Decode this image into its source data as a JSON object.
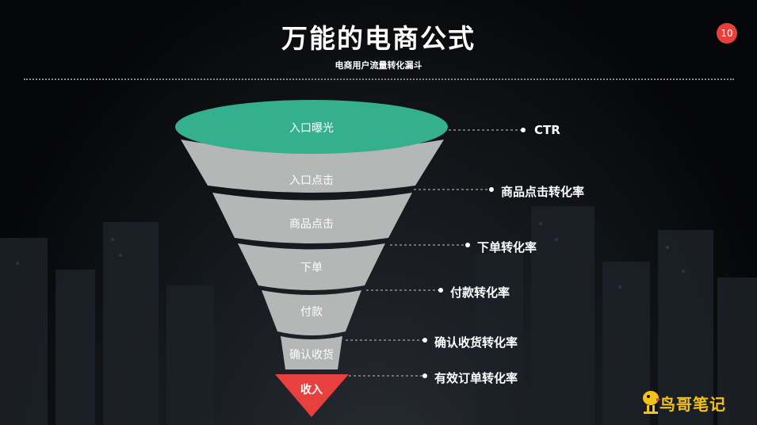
{
  "header": {
    "title": "万能的电商公式",
    "subtitle": "电商用户流量转化漏斗",
    "page_number": "10"
  },
  "funnel": {
    "stages": [
      {
        "label": "入口曝光"
      },
      {
        "label": "入口点击"
      },
      {
        "label": "商品点击"
      },
      {
        "label": "下单"
      },
      {
        "label": "付款"
      },
      {
        "label": "确认收货"
      },
      {
        "label": "收入"
      }
    ],
    "metrics": [
      {
        "label": "CTR"
      },
      {
        "label": "商品点击转化率"
      },
      {
        "label": "下单转化率"
      },
      {
        "label": "付款转化率"
      },
      {
        "label": "确认收货转化率"
      },
      {
        "label": "有效订单转化率"
      }
    ],
    "colors": {
      "top": "#34b08f",
      "body": "#b5b6b6",
      "bottom": "#e8403f"
    }
  },
  "branding": {
    "logo_text": "鸟哥笔记",
    "logo_icon": "bird-mascot-icon"
  }
}
